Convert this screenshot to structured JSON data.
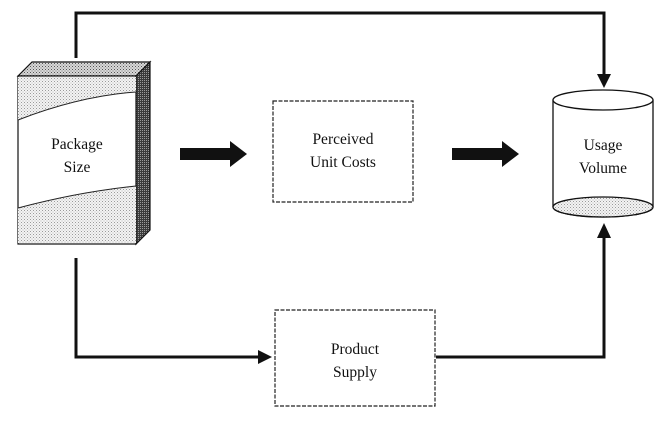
{
  "diagram": {
    "nodes": {
      "package": {
        "line1": "Package",
        "line2": "Size"
      },
      "perceived": {
        "line1": "Perceived",
        "line2": "Unit Costs"
      },
      "usage": {
        "line1": "Usage",
        "line2": "Volume"
      },
      "supply": {
        "line1": "Product",
        "line2": "Supply"
      }
    }
  }
}
